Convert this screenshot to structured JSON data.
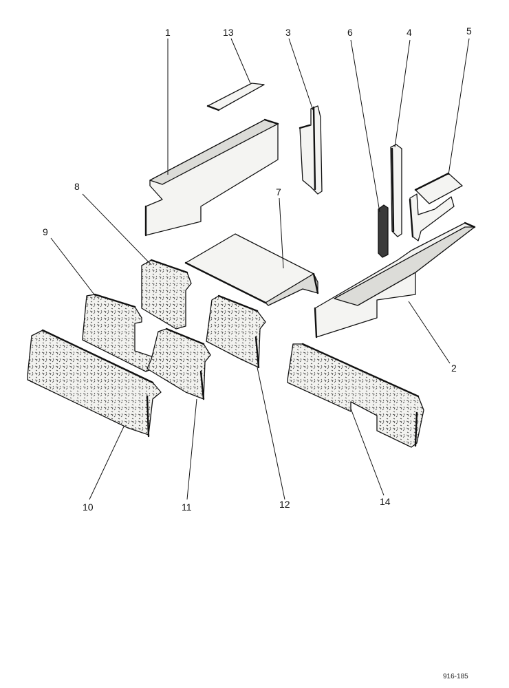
{
  "callouts": [
    {
      "id": "c1",
      "label": "1"
    },
    {
      "id": "c2",
      "label": "2"
    },
    {
      "id": "c3",
      "label": "3"
    },
    {
      "id": "c4",
      "label": "4"
    },
    {
      "id": "c5",
      "label": "5"
    },
    {
      "id": "c6",
      "label": "6"
    },
    {
      "id": "c7",
      "label": "7"
    },
    {
      "id": "c8",
      "label": "8"
    },
    {
      "id": "c9",
      "label": "9"
    },
    {
      "id": "c10",
      "label": "10"
    },
    {
      "id": "c11",
      "label": "11"
    },
    {
      "id": "c12",
      "label": "12"
    },
    {
      "id": "c13",
      "label": "13"
    },
    {
      "id": "c14",
      "label": "14"
    }
  ],
  "reference_code": "916-185"
}
